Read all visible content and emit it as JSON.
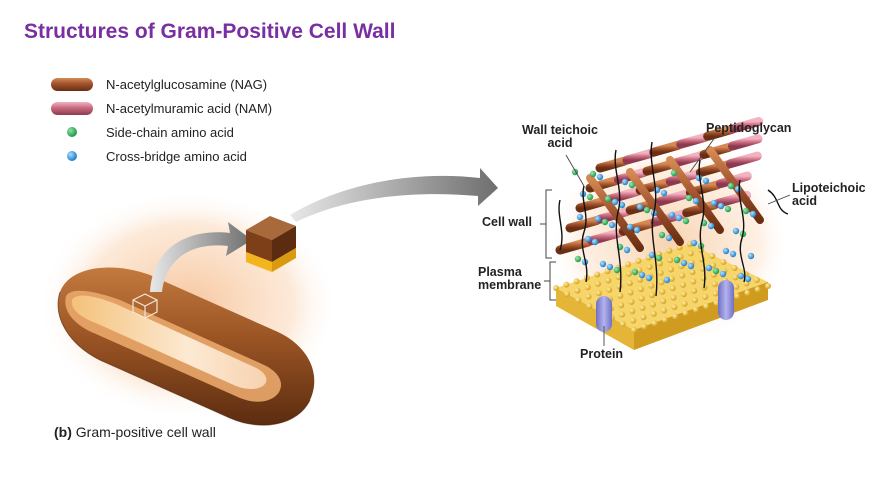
{
  "title": "Structures of Gram-Positive Cell Wall",
  "legend": [
    {
      "symbol": "nag-cylinder",
      "color": "#a0522d",
      "label": "N-acetylglucosamine (NAG)"
    },
    {
      "symbol": "nam-cylinder",
      "color": "#c86a80",
      "label": "N-acetylmuramic acid (NAM)"
    },
    {
      "symbol": "side-chain-ball",
      "color": "#1f9a4c",
      "label": "Side-chain amino acid"
    },
    {
      "symbol": "cross-bridge-ball",
      "color": "#1f7fc9",
      "label": "Cross-bridge amino acid"
    }
  ],
  "labels": {
    "wall_teichoic_1": "Wall teichoic",
    "wall_teichoic_2": "acid",
    "peptidoglycan": "Peptidoglycan",
    "lipoteichoic_1": "Lipoteichoic",
    "lipoteichoic_2": "acid",
    "cell_wall": "Cell wall",
    "plasma_1": "Plasma",
    "plasma_2": "membrane",
    "protein": "Protein"
  },
  "caption": {
    "letter": "(b)",
    "text": "Gram-positive cell wall"
  },
  "colors": {
    "title": "#7a2fa0",
    "nag": "#a0522d",
    "nam": "#c86a80",
    "side_chain": "#1f9a4c",
    "cross_bridge": "#1f7fc9",
    "membrane": "#e8b838",
    "protein": "#8f8fd8"
  }
}
